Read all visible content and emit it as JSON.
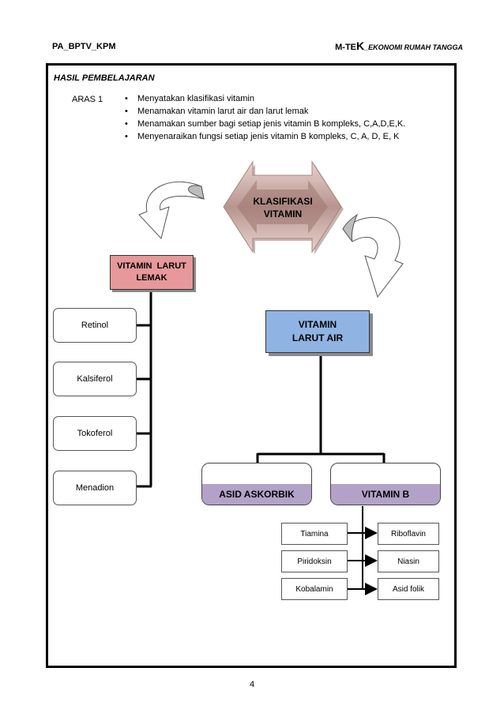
{
  "header": {
    "left": "PA_BPTV_KPM",
    "right_prefix": "M-TE",
    "right_big": "K",
    "right_suffix": "_EKONOMI RUMAH TANGGA"
  },
  "section_title": "HASIL PEMBELAJARAN",
  "level_label": "ARAS 1",
  "outcomes": [
    "Menyatakan klasifikasi vitamin",
    "Menamakan vitamin larut air dan larut lemak",
    "Menamakan sumber bagi setiap jenis vitamin B kompleks, C,A,D,E,K.",
    "Menyenaraikan fungsi setiap jenis vitamin B kompleks, C, A, D, E, K"
  ],
  "diagram": {
    "root": [
      "KLASIFIKASI",
      "VITAMIN"
    ],
    "fat_soluble": [
      "VITAMIN  LARUT",
      "LEMAK"
    ],
    "water_soluble": [
      "VITAMIN",
      "LARUT AIR"
    ],
    "fat_items": [
      "Retinol",
      "Kalsiferol",
      "Tokoferol",
      "Menadion"
    ],
    "water_categories": [
      "ASID ASKORBIK",
      "VITAMIN B"
    ],
    "vitamin_b_left": [
      "Tiamina",
      "Piridoksin",
      "Kobalamin"
    ],
    "vitamin_b_right": [
      "Riboflavin",
      "Niasin",
      "Asid folik"
    ]
  },
  "colors": {
    "fat_box": "#e6989b",
    "water_box": "#8fb4e3",
    "category_band": "#b3a2c7",
    "root_arrow": "#c9a9a4"
  },
  "page_number": "4"
}
